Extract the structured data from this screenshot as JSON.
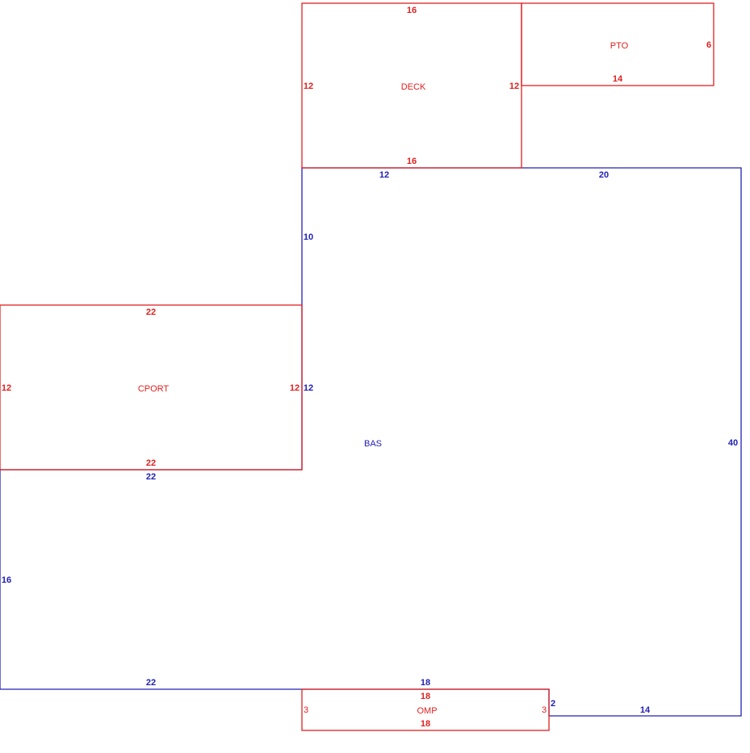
{
  "colors": {
    "main_area": "#2020b8",
    "addition_area": "#e02020"
  },
  "areas": {
    "bas": {
      "label": "BAS",
      "dims": {
        "top_left": "12",
        "top_right": "20",
        "right": "40",
        "left_upper": "10",
        "left_mid": "12",
        "step_top": "22",
        "left_lower": "16",
        "bottom_left": "22",
        "bottom_mid": "18",
        "step_right": "2",
        "bottom_right": "14"
      }
    },
    "deck": {
      "label": "DECK",
      "dims": {
        "top": "16",
        "left": "12",
        "right": "12",
        "bottom": "16"
      }
    },
    "pto": {
      "label": "PTO",
      "dims": {
        "right": "6",
        "bottom": "14"
      }
    },
    "cport": {
      "label": "CPORT",
      "dims": {
        "top": "22",
        "left": "12",
        "right": "12",
        "bottom": "22"
      }
    },
    "omp": {
      "label": "OMP",
      "dims": {
        "top": "18",
        "left": "3",
        "right": "3",
        "bottom": "18"
      }
    }
  }
}
